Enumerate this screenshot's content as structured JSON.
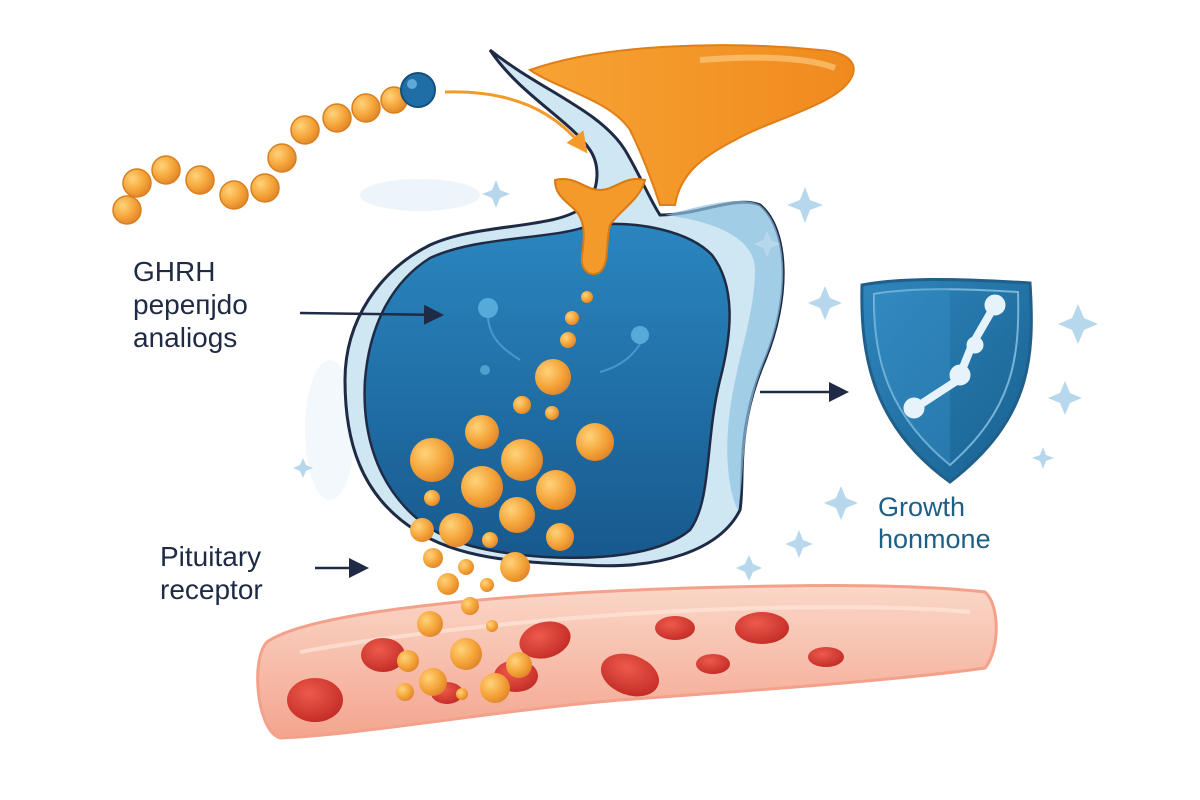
{
  "labels": {
    "ghrh": {
      "line1": "GHRH",
      "line2": "pepeпjdo",
      "line3": "analiogs"
    },
    "pituitary": {
      "line1": "Pituitary",
      "line2": "receptor"
    },
    "growth_hormone": {
      "line1": "Growth",
      "line2": "honmone"
    }
  },
  "colors": {
    "gland_blue": "#1f6fa6",
    "gland_rim": "#9ccbe6",
    "peptide_orange": "#f39a2a",
    "granule_orange": "#f4a53a",
    "vessel_pink": "#f6b9a6",
    "blood_cell_red": "#d6352d",
    "outline_navy": "#1f2a44"
  },
  "icons": [
    "peptide-chain-icon",
    "shield-icon",
    "sparkle-icon",
    "arrow-icon",
    "blood-cell-icon",
    "granule-icon"
  ]
}
